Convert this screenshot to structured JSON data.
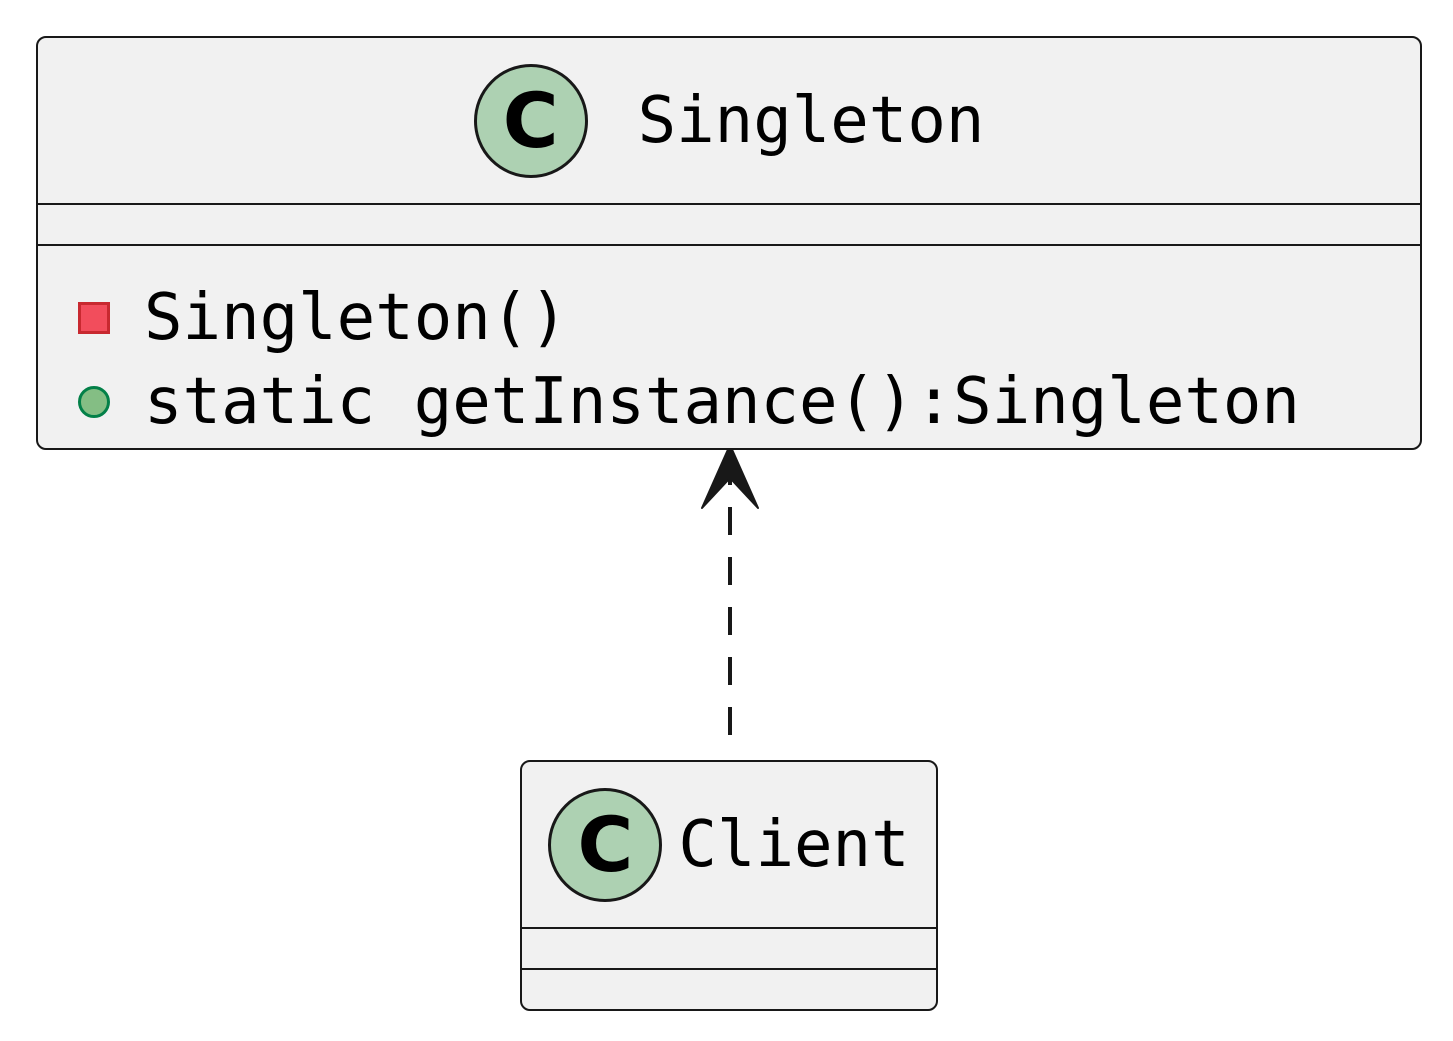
{
  "classes": {
    "singleton": {
      "stereotype": "C",
      "name": "Singleton",
      "methods": [
        {
          "visibility": "private",
          "text": "Singleton()"
        },
        {
          "visibility": "public",
          "text": "static getInstance():Singleton"
        }
      ]
    },
    "client": {
      "stereotype": "C",
      "name": "Client"
    }
  },
  "relations": [
    {
      "from": "Client",
      "to": "Singleton",
      "type": "dependency",
      "style": "dashed"
    }
  ],
  "colors": {
    "class_fill": "#f1f1f1",
    "border": "#181818",
    "stereotype_circle": "#add1b2",
    "private_fill": "#f24d5c",
    "private_border": "#c82930",
    "public_fill": "#84be84",
    "public_border": "#038048"
  }
}
